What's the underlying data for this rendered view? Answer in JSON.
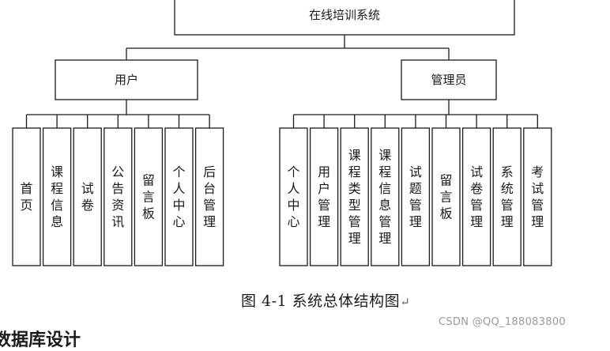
{
  "diagram": {
    "root": "在线培训系统",
    "branches": [
      {
        "name": "用户",
        "children": [
          "首页",
          "课程信息",
          "试卷",
          "公告资讯",
          "留言板",
          "个人中心",
          "后台管理"
        ]
      },
      {
        "name": "管理员",
        "children": [
          "个人中心",
          "用户管理",
          "课程类型管理",
          "课程信息管理",
          "试题管理",
          "留言板",
          "试卷管理",
          "系统管理",
          "考试管理"
        ]
      }
    ]
  },
  "caption": {
    "text": "图 4-1  系统总体结构图",
    "mark": "↵"
  },
  "watermark": "CSDN @QQ_188083800",
  "next_heading": "数据库设计"
}
